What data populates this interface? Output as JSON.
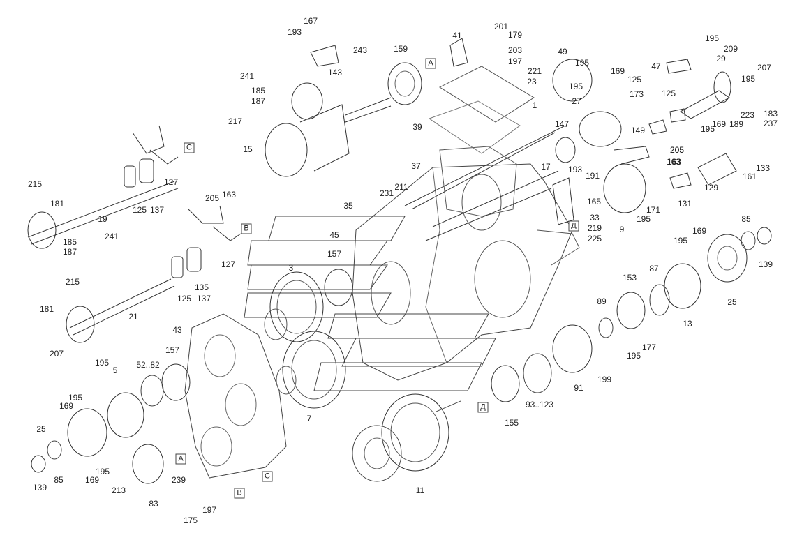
{
  "labels": [
    "167",
    "193",
    "243",
    "241",
    "143",
    "185",
    "187",
    "217",
    "15",
    "159",
    "41",
    "201",
    "179",
    "203",
    "197",
    "221",
    "23",
    "1",
    "39",
    "37",
    "49",
    "195",
    "169",
    "195",
    "173",
    "27",
    "47",
    "125",
    "195",
    "209",
    "29",
    "125",
    "195",
    "207",
    "147",
    "149",
    "205",
    "163",
    "17",
    "193",
    "191",
    "165",
    "33",
    "219",
    "225",
    "9",
    "195",
    "171",
    "183",
    "237",
    "223",
    "189",
    "169",
    "195",
    "133",
    "161",
    "129",
    "131",
    "163",
    "205",
    "127",
    "125",
    "137",
    "215",
    "181",
    "19",
    "185",
    "187",
    "241",
    "205",
    "163",
    "127",
    "135",
    "137",
    "125",
    "215",
    "181",
    "21",
    "207",
    "195",
    "45",
    "157",
    "3",
    "231",
    "211",
    "35",
    "85",
    "139",
    "25",
    "169",
    "195",
    "153",
    "87",
    "13",
    "89",
    "177",
    "195",
    "199",
    "91",
    "93..123",
    "155",
    "11",
    "43",
    "157",
    "52..82",
    "5",
    "195",
    "169",
    "25",
    "139",
    "85",
    "195",
    "169",
    "213",
    "83",
    "239",
    "197",
    "175",
    "7"
  ],
  "boxes": [
    "А",
    "С",
    "В",
    "Д",
    "Д",
    "А",
    "С",
    "В"
  ]
}
